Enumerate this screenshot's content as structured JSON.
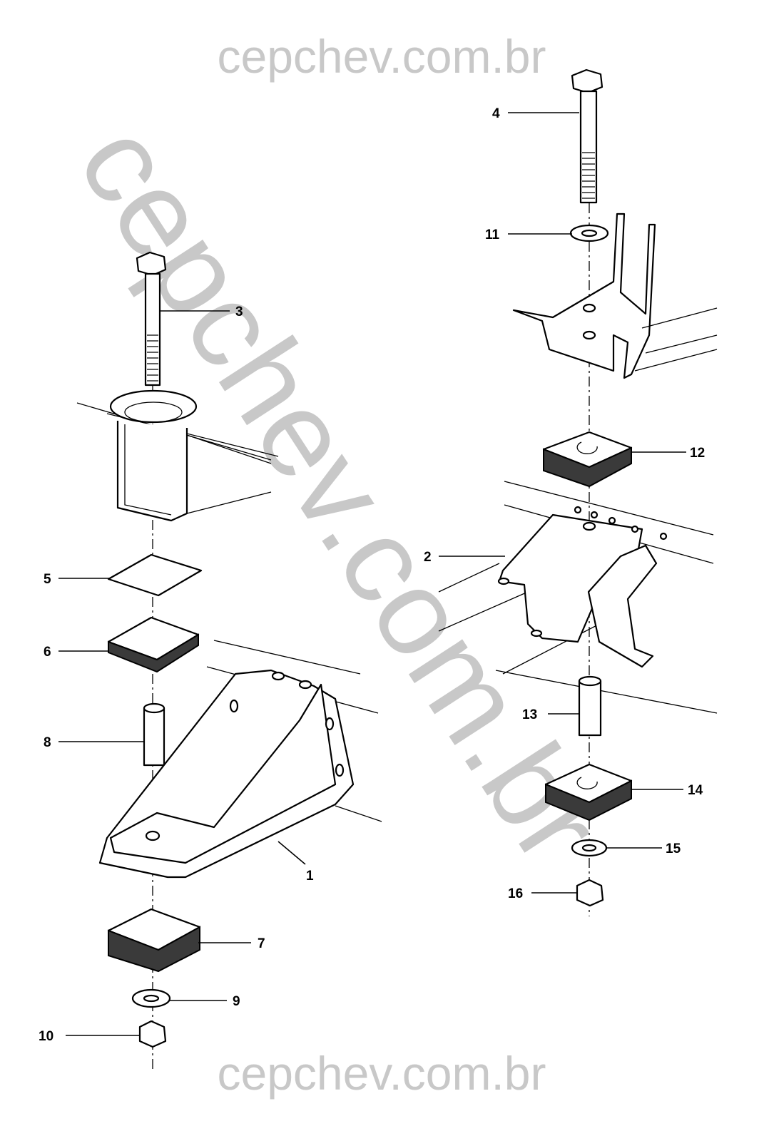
{
  "watermark": {
    "top": "cepchev.com.br",
    "diagonal": "cepchev.com.br",
    "bottom": "cepchev.com.br"
  },
  "callouts": [
    {
      "id": "1"
    },
    {
      "id": "2"
    },
    {
      "id": "3"
    },
    {
      "id": "4"
    },
    {
      "id": "5"
    },
    {
      "id": "6"
    },
    {
      "id": "7"
    },
    {
      "id": "8"
    },
    {
      "id": "9"
    },
    {
      "id": "10"
    },
    {
      "id": "11"
    },
    {
      "id": "12"
    },
    {
      "id": "13"
    },
    {
      "id": "14"
    },
    {
      "id": "15"
    },
    {
      "id": "16"
    }
  ]
}
